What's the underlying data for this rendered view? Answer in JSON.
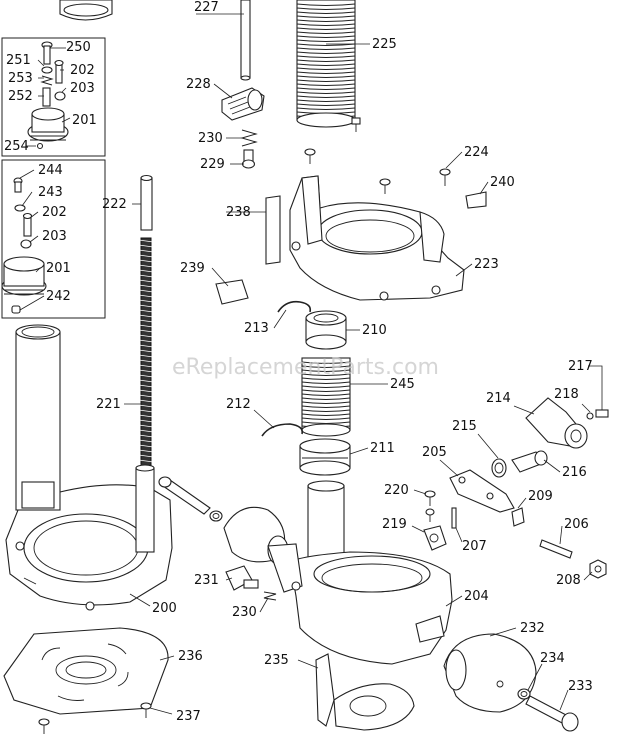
{
  "watermark": "eReplacementParts.com",
  "labels": {
    "l227": "227",
    "l225": "225",
    "l250": "250",
    "l251": "251",
    "l202a": "202",
    "l253": "253",
    "l203a": "203",
    "l252": "252",
    "l201a": "201",
    "l254": "254",
    "l228": "228",
    "l230a": "230",
    "l229": "229",
    "l224": "224",
    "l240": "240",
    "l244": "244",
    "l243": "243",
    "l202b": "202",
    "l203b": "203",
    "l201b": "201",
    "l242": "242",
    "l222": "222",
    "l238": "238",
    "l223": "223",
    "l239": "239",
    "l213": "213",
    "l210": "210",
    "l245": "245",
    "l217": "217",
    "l214": "214",
    "l218": "218",
    "l221": "221",
    "l212": "212",
    "l215": "215",
    "l211": "211",
    "l205": "205",
    "l216": "216",
    "l220": "220",
    "l209": "209",
    "l219": "219",
    "l207": "207",
    "l206": "206",
    "l231": "231",
    "l230b": "230",
    "l208": "208",
    "l200": "200",
    "l204": "204",
    "l232": "232",
    "l236": "236",
    "l235": "235",
    "l234": "234",
    "l233": "233",
    "l237": "237"
  },
  "colors": {
    "line": "#222222",
    "background": "#ffffff",
    "watermark": "#c8c8c8"
  }
}
